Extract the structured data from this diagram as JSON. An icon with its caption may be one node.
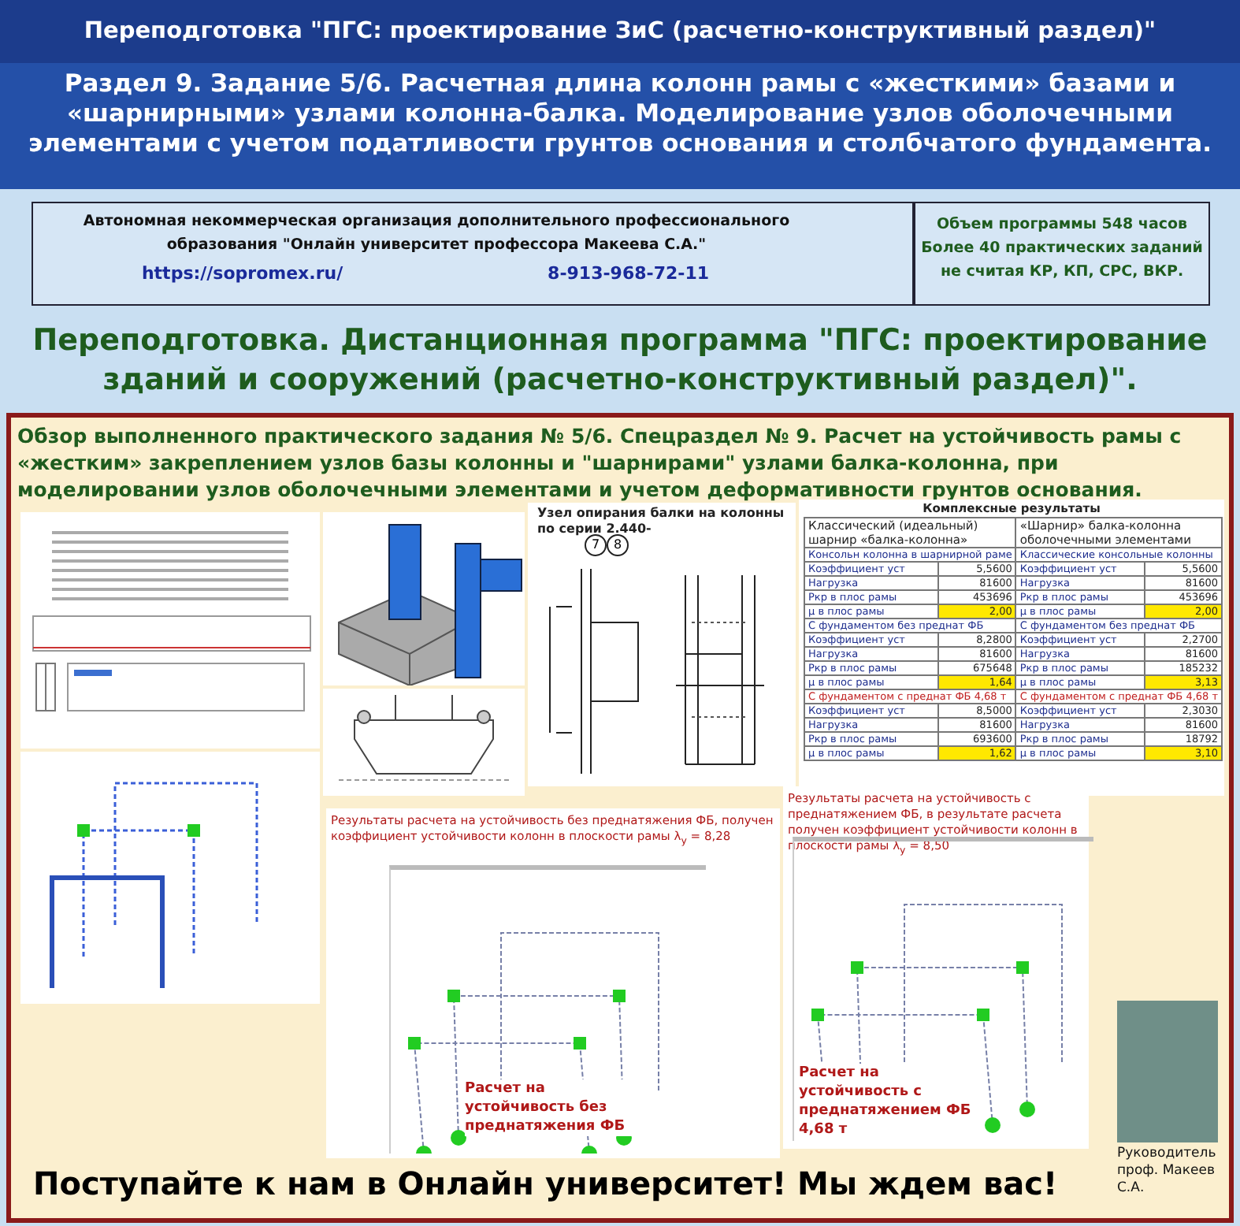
{
  "diagram": {
    "title": "Переподготовка \"ПГС: проектирование ЗиС (расчетно-конструктивный раздел)\"",
    "nodes": [
      {
        "text": [
          "Раздел 9. Задание 5/6. Расчетная длина колонн рамы с «жесткими» базами и «шарнирными» узлами колонна-балка. Моделирование узлов оболочечными элементами с учетом податливости грунтов основания и столбчатого фундамента."
        ]
      },
      {
        "text": [
          "Автономная некоммерческая организация дополнительного профессионального образования \"Онлайн университет профессора Макеева С.А.\"",
          "https://sopromex.ru/",
          "8-913-968-72-11"
        ]
      },
      {
        "text": [
          "Объем программы 548 часов",
          "Более 40 практических заданий не считая КР, КП, СРС, ВКР."
        ]
      },
      {
        "text": [
          "Обзор выполненного практического задания № 5/6. Спецраздел № 9. Расчет на устойчивость рамы с «жестким» закреплением узлов базы колонны и \"шарнирами\" узлами балка-колонна, при моделировании узлов оболочечными элементами и учетом деформативности грунтов основания.",
          "Поступайте к нам в Онлайн университет! Мы ждем вас!"
        ]
      },
      {
        "text": [],
        "shape": "picture",
        "in": 3
      },
      {
        "text": [],
        "shape": "picture",
        "in": 3
      },
      {
        "text": [],
        "shape": "picture",
        "in": 3
      },
      {
        "text": [],
        "shape": "picture",
        "in": 3
      },
      {
        "text": [
          "Узел опирания балки на колонны по серии 2.440-"
        ],
        "in": 3
      },
      {
        "text": [
          "Комплексные результаты"
        ],
        "in": 3
      },
      {
        "text": [
          "Результаты расчета на устойчивость без преднатяжения ФБ, получен коэффициент устойчивости колонн в плоскости рамы λ$_{y}$ = 8,28",
          "Расчет на устойчивость без преднатяжения ФБ"
        ],
        "in": 3
      },
      {
        "text": [
          "Результаты расчета на устойчивость с преднатяжением ФБ, в результате расчета получен коэффициент устойчивости колонн в плоскости рамы λ$_{y}$ = 8,50",
          "Расчет на устойчивость с преднатяжением ФБ 4,68 т"
        ],
        "in": 3
      },
      {
        "text": [],
        "shape": "box",
        "in": 3,
        "beside": [
          "Руководитель проф. Макеев С.А."
        ]
      }
    ],
    "labels": [
      "Переподготовка. Дистанционная программа \"ПГС: проектирование зданий и сооружений (расчетно-конструктивный раздел)\".",
      "7",
      "8",
      "Классический (идеальный) шарнир «балка-колонна»",
      "«Шарнир» балка-колонна оболочечными элементами",
      "Консольн колонна в шарнирной раме",
      "Классические консольные колонны",
      "Коэффициент уст",
      "5,5600",
      "Коэффициент уст",
      "5,5600",
      "Нагрузка",
      "81600",
      "Нагрузка",
      "81600",
      "Pкр в плос рамы",
      "453696",
      "Pкр в плос рамы",
      "453696",
      "μ в плос рамы",
      "2,00",
      "μ в плос рамы",
      "2,00",
      "С фундаментом без преднат ФБ",
      "С фундаментом без преднат ФБ",
      "Коэффициент уст",
      "8,2800",
      "Коэффициент уст",
      "2,2700",
      "Нагрузка",
      "81600",
      "Нагрузка",
      "81600",
      "Pкр в плос рамы",
      "675648",
      "Pкр в плос рамы",
      "185232",
      "μ в плос рамы",
      "1,64",
      "μ в плос рамы",
      "3,13",
      "С фундаментом с преднат ФБ 4,68 т",
      "С фундаментом с преднат ФБ 4,68 т",
      "Коэффициент уст",
      "8,5000",
      "Коэффициент уст",
      "2,3030",
      "Нагрузка",
      "81600",
      "Нагрузка",
      "81600",
      "Pкр в плос рамы",
      "693600",
      "Pкр в плос рамы",
      "18792",
      "μ в плос рамы",
      "1,62",
      "μ в плос рамы",
      "3,10"
    ]
  }
}
